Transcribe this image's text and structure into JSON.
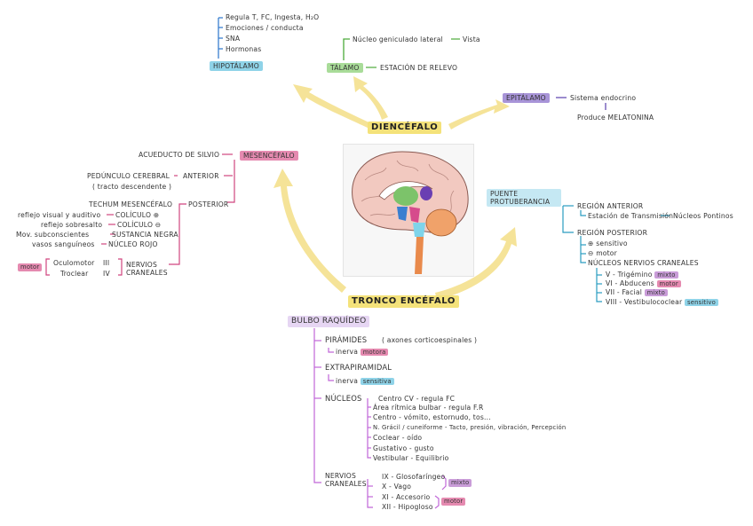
{
  "colors": {
    "hipotalamo": "#8fd3e8",
    "talamo": "#a9dc99",
    "epitalamo": "#a894d8",
    "mesencefalo": "#e58ab0",
    "tronco": "#f4e27a",
    "bulbo": "#e6d6f3",
    "puente": "#c5e8f3",
    "arrow_yellow": "#f5e398"
  },
  "diencefalo": {
    "title": "DIENCÉFALO",
    "hipotalamo": {
      "label": "HIPOTÁLAMO",
      "items": [
        "Regula T, FC, Ingesta, H₂O",
        "Emociones / conducta",
        "SNA",
        "Hormonas"
      ]
    },
    "talamo": {
      "label": "TÁLAMO",
      "relay": "ESTACIÓN DE RELEVO",
      "nucleus": "Núcleo geniculado lateral",
      "nucleus_target": "Vista"
    },
    "epitalamo": {
      "label": "EPITÁLAMO",
      "system": "Sistema endocrino",
      "produces": "Produce MELATONINA"
    }
  },
  "mesencefalo": {
    "label": "MESENCÉFALO",
    "acueducto": "ACUEDUCTO DE SILVIO",
    "anterior": "ANTERIOR",
    "pedunculo": "PEDÚNCULO CEREBRAL",
    "pedunculo_note": "( tracto descendente )",
    "posterior": "POSTERIOR",
    "tectum": "TECHUM MESENCÉFALO",
    "coliculo_up": "COLÍCULO ⊕",
    "coliculo_down": "COLÍCULO ⊖",
    "reflejo_visual": "reflejo visual y auditivo",
    "reflejo_sobresalto": "reflejo sobresalto",
    "sustancia": "SUSTANCIA NEGRA",
    "mov": "Mov. subconscientes",
    "nucleo_rojo": "NÚCLEO ROJO",
    "vasos": "vasos sanguíneos",
    "nervios": "NERVIOS CRANEALES",
    "motor": "motor",
    "oculomotor": "Oculomotor",
    "oculomotor_num": "III",
    "troclear": "Troclear",
    "troclear_num": "IV"
  },
  "puente": {
    "label": "PUENTE PROTUBERANCIA",
    "anterior": "REGIÓN ANTERIOR",
    "estacion": "Estación de Transmisión",
    "nucleos_pontinos": "Núcleos Pontinos",
    "posterior": "REGIÓN POSTERIOR",
    "sensitivo": "sensitivo",
    "motor": "motor",
    "nucleos": "NÚCLEOS NERVIOS CRANEALES",
    "nervios": [
      {
        "text": "V - Trigémino",
        "tag": "mixto"
      },
      {
        "text": "VI - Abducens",
        "tag": "motor"
      },
      {
        "text": "VII - Facial",
        "tag": "mixto"
      },
      {
        "text": "VIII - Vestibulococlear",
        "tag": "sensitivo"
      }
    ]
  },
  "tronco": {
    "title": "TRONCO ENCÉFALO"
  },
  "bulbo": {
    "label": "BULBO RAQUÍDEO",
    "piramides": "PIRÁMIDES",
    "piramides_note": "( axones corticoespinales )",
    "inerva": "inerva",
    "motora": "motora",
    "extrapiramidal": "EXTRAPIRAMIDAL",
    "sensitiva": "sensitiva",
    "nucleos": "NÚCLEOS",
    "nucleos_items": [
      "Centro CV - regula FC",
      "Área rítmica bulbar - regula F.R",
      "Centro - vómito, estornudo, tos...",
      "N. Grácil / cuneiforme - Tacto, presión, vibración, Percepción",
      "Coclear - oído",
      "Gustativo - gusto",
      "Vestibular - Equilibrio"
    ],
    "nervios": "NERVIOS CRANEALES",
    "nervios_items": [
      "IX - Glosofaríngeo",
      "X - Vago",
      "XI - Accesorio",
      "XII - Hipogloso"
    ],
    "mixto": "mixto",
    "motor": "motor"
  }
}
